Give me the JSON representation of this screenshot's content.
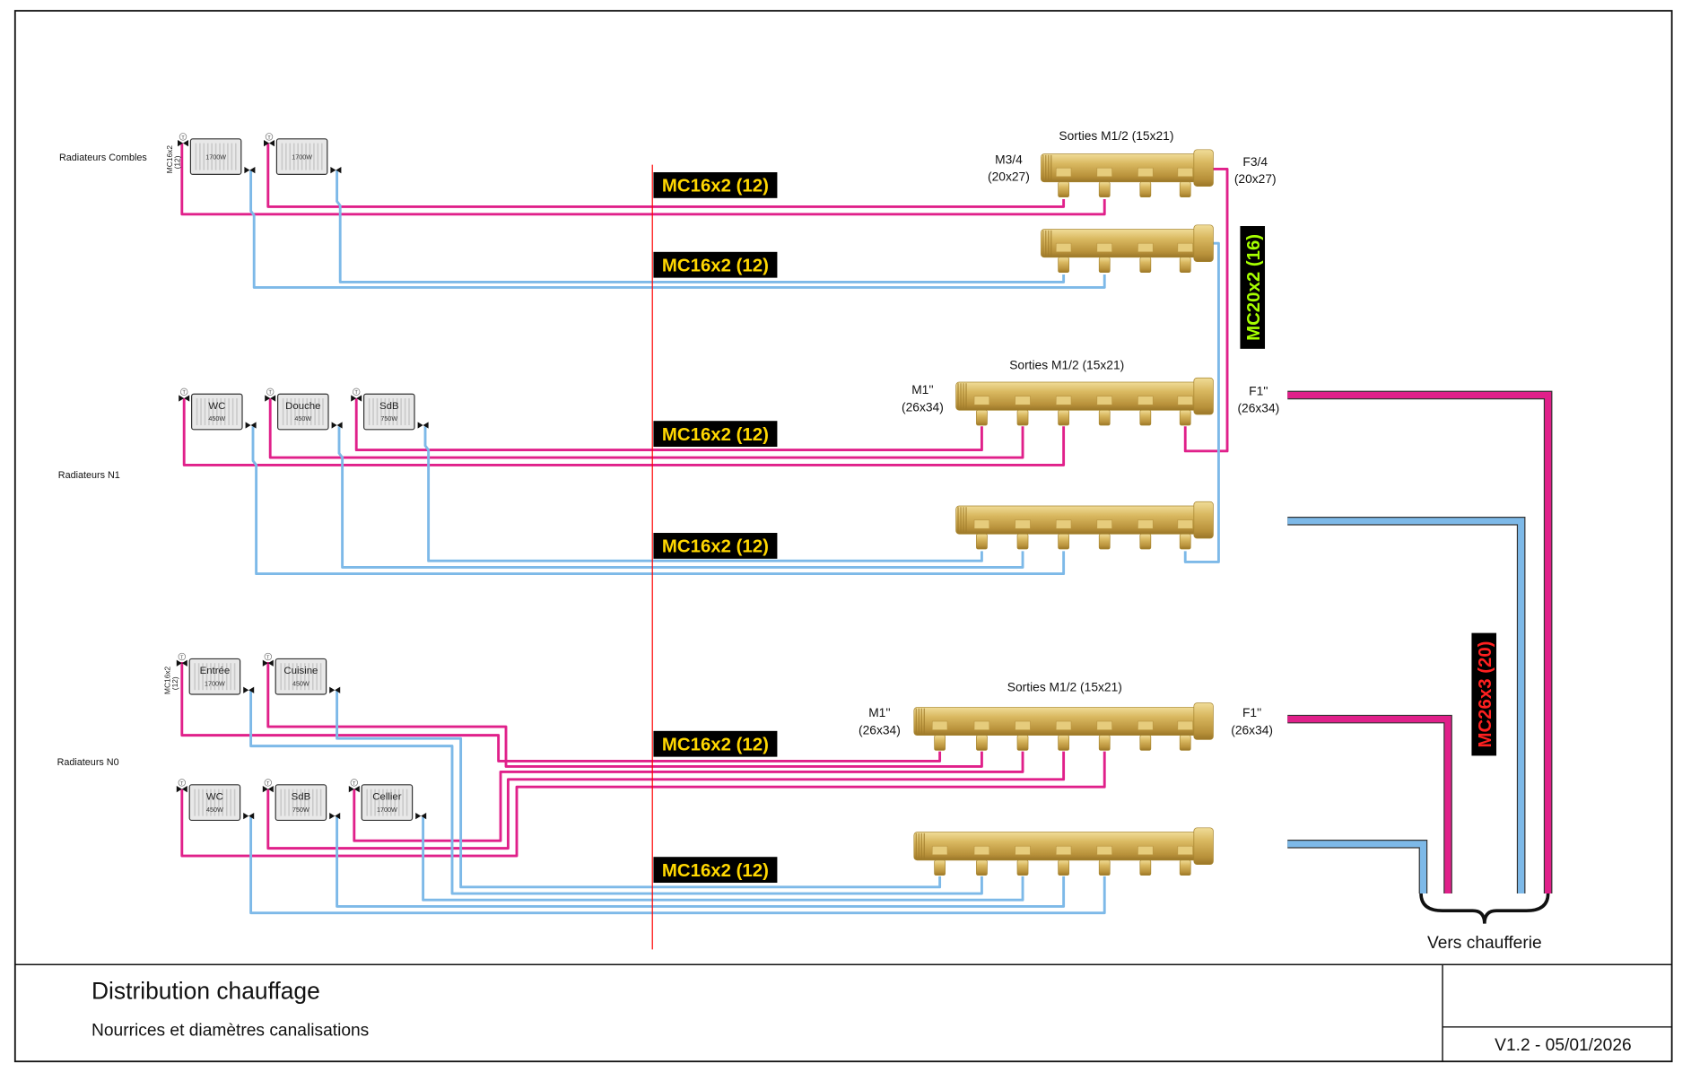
{
  "colors": {
    "supply": "#e0208a",
    "return": "#7db9e8",
    "tag_yellow": "#ffd700",
    "tag_green": "#a6ff00",
    "tag_red": "#ff2020",
    "brass": "#d4b25a",
    "center_line": "#ff0000"
  },
  "groups": {
    "combles": "Radiateurs Combles",
    "n1": "Radiateurs N1",
    "n0": "Radiateurs N0"
  },
  "pipe_note": "MC16x2\n(12)",
  "pipe_note_lines": [
    "MC16x2",
    "(12)"
  ],
  "radiators": {
    "combles": [
      {
        "name": "",
        "power": "1700W"
      },
      {
        "name": "",
        "power": "1700W"
      }
    ],
    "n1": [
      {
        "name": "WC",
        "power": "450W"
      },
      {
        "name": "Douche",
        "power": "450W"
      },
      {
        "name": "SdB",
        "power": "750W"
      }
    ],
    "n0_top": [
      {
        "name": "Entrée",
        "power": "1700W"
      },
      {
        "name": "Cuisine",
        "power": "450W"
      }
    ],
    "n0_bottom": [
      {
        "name": "WC",
        "power": "450W"
      },
      {
        "name": "SdB",
        "power": "750W"
      },
      {
        "name": "Cellier",
        "power": "1700W"
      }
    ]
  },
  "valve_label": "T",
  "manifolds": {
    "combles": {
      "outlets_label": "Sorties M1/2 (15x21)",
      "inlet": [
        "M3/4",
        "(20x27)"
      ],
      "outlet": [
        "F3/4",
        "(20x27)"
      ]
    },
    "n1": {
      "outlets_label": "Sorties M1/2 (15x21)",
      "inlet": [
        "M1''",
        "(26x34)"
      ],
      "outlet": [
        "F1''",
        "(26x34)"
      ]
    },
    "n0": {
      "outlets_label": "Sorties M1/2 (15x21)",
      "inlet": [
        "M1''",
        "(26x34)"
      ],
      "outlet": [
        "F1''",
        "(26x34)"
      ]
    }
  },
  "pipe_tags": {
    "branch": "MC16x2 (12)",
    "riser": "MC20x2 (16)",
    "main": "MC26x3 (20)"
  },
  "boiler_label": "Vers chaufferie",
  "title_block": {
    "title": "Distribution chauffage",
    "subtitle": "Nourrices et diamètres canalisations",
    "version": "V1.2 - 05/01/2026"
  }
}
